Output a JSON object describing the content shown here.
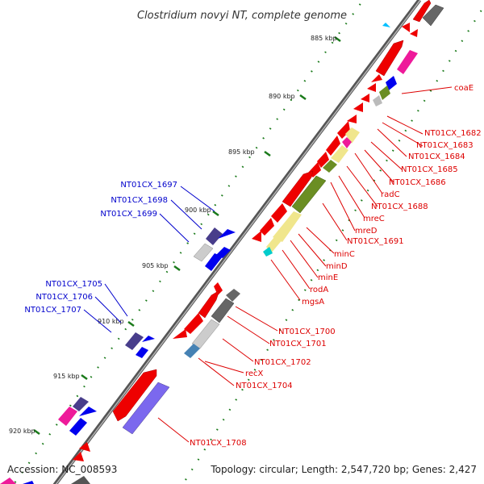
{
  "title": "Clostridium novyi NT, complete genome",
  "footer": {
    "accession": "Accession: NC_008593",
    "topology": "Topology: circular; Length: 2,547,720 bp; Genes: 2,427"
  },
  "ticks": [
    "885 kbp",
    "890 kbp",
    "895 kbp",
    "900 kbp",
    "905 kbp",
    "910 kbp",
    "915 kbp",
    "920 kbp"
  ],
  "colors": {
    "label_right": "#dd0000",
    "label_left": "#0000cc",
    "backbone": "#777777",
    "tick": "#1a7a1a"
  },
  "labels_right": [
    "coaE",
    "NT01CX_1682",
    "NT01CX_1683",
    "NT01CX_1684",
    "NT01CX_1685",
    "NT01CX_1686",
    "radC",
    "NT01CX_1688",
    "mreC",
    "mreD",
    "NT01CX_1691",
    "minC",
    "minD",
    "minE",
    "rodA",
    "mgsA",
    "NT01CX_1700",
    "NT01CX_1701",
    "NT01CX_1702",
    "recX",
    "NT01CX_1704",
    "NT01CX_1708"
  ],
  "labels_left": [
    "NT01CX_1697",
    "NT01CX_1698",
    "NT01CX_1699",
    "NT01CX_1705",
    "NT01CX_1706",
    "NT01CX_1707"
  ]
}
